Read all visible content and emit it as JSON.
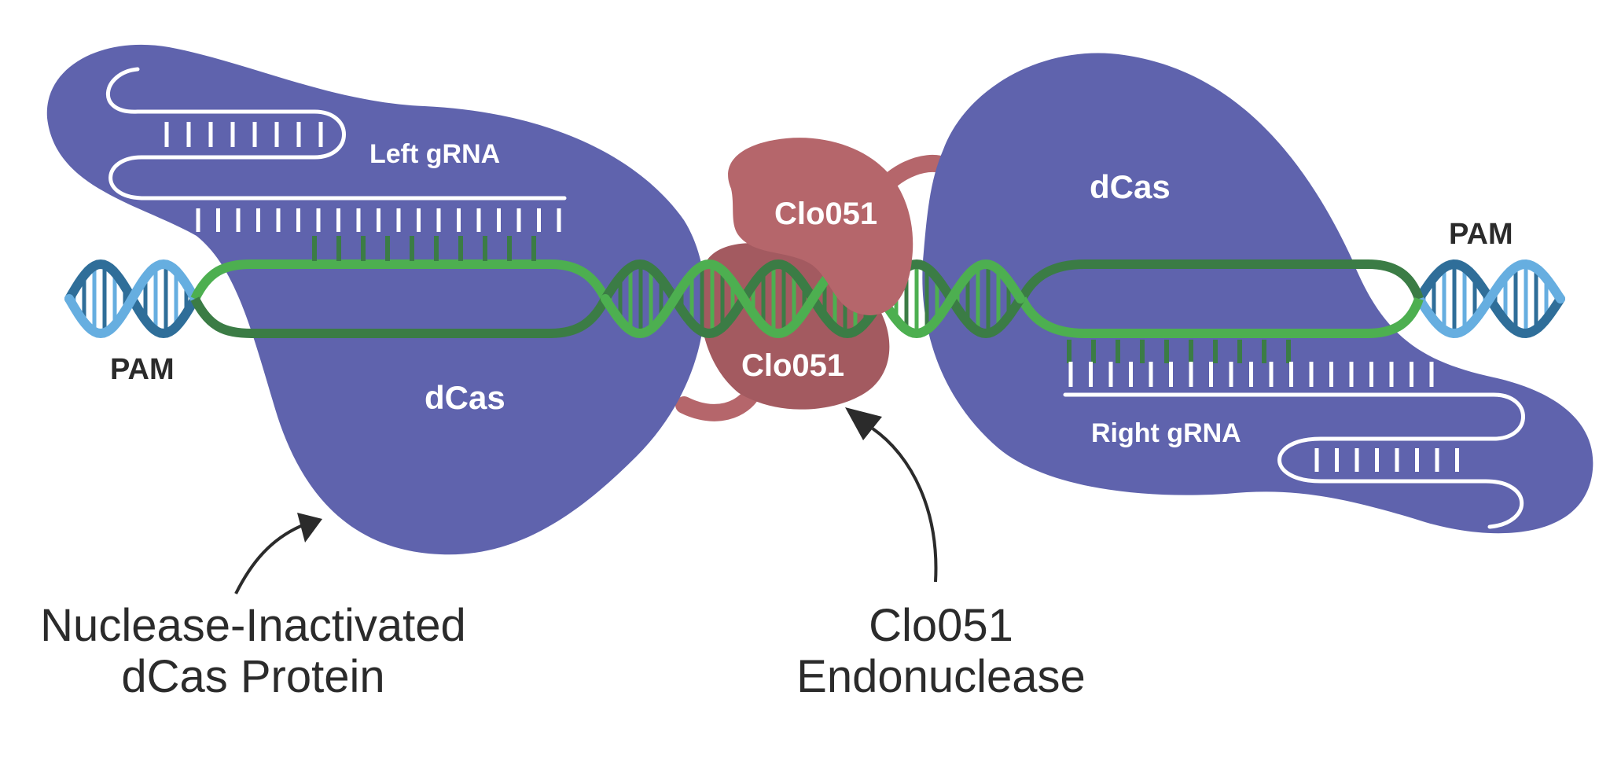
{
  "diagram": {
    "labels": {
      "left_grna": "Left gRNA",
      "right_grna": "Right gRNA",
      "dcas_left": "dCas",
      "dcas_right": "dCas",
      "clo051_top": "Clo051",
      "clo051_bottom": "Clo051",
      "pam_left": "PAM",
      "pam_right": "PAM"
    },
    "callouts": {
      "dcas_line1": "Nuclease-Inactivated",
      "dcas_line2": "dCas Protein",
      "clo051_line1": "Clo051",
      "clo051_line2": "Endonuclease"
    },
    "colors": {
      "dcas": "#5f63ad",
      "clo051": "#b5666b",
      "clo051_dark": "#a35a60",
      "dna_light": "#4daf50",
      "dna_dark": "#3b7c45",
      "pam_light": "#66aee0",
      "pam_dark": "#2f6e99",
      "text_dark": "#2b2b2b"
    }
  }
}
